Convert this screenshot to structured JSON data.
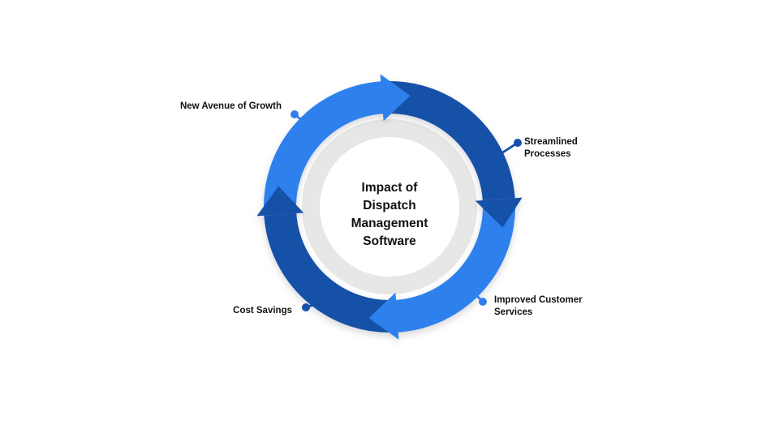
{
  "diagram": {
    "center_title": "Impact of\nDispatch\nManagement\nSoftware",
    "nodes": [
      {
        "label": "New Avenue of Growth",
        "dot_color_key": "light_blue",
        "position": "top-left"
      },
      {
        "label": "Streamlined\nProcesses",
        "dot_color_key": "dark_blue",
        "position": "right"
      },
      {
        "label": "Improved Customer\nServices",
        "dot_color_key": "light_blue",
        "position": "bottom-right"
      },
      {
        "label": "Cost Savings",
        "dot_color_key": "dark_blue",
        "position": "bottom-left"
      }
    ]
  },
  "colors": {
    "light_blue": "#2F80ED",
    "dark_blue": "#1551A8",
    "ring_gray": "#E7E7E5",
    "center_white": "#FFFFFF",
    "background": "#FFFFFF",
    "text": "#111111"
  }
}
